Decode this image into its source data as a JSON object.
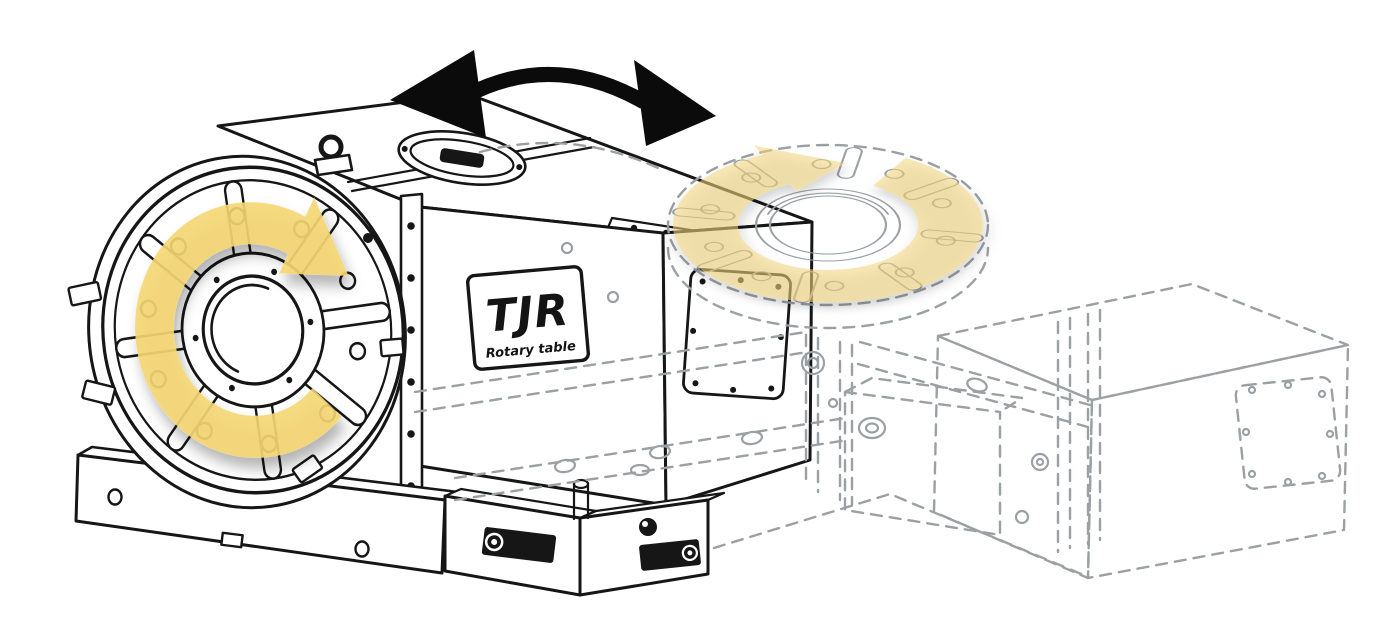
{
  "figure": {
    "type": "technical-illustration",
    "subject": "tilting rotary table shown horizontal with ghost preview of swiveled position"
  },
  "logo": {
    "text": "TJR",
    "subtext": "Rotary table"
  },
  "colors": {
    "solid_line": "#161616",
    "ghost_line": "#9aa0a4",
    "highlight": "#f5d672",
    "highlight_ghost": "#f3d67c",
    "arrow": "#0b0b0b",
    "background": "#ffffff"
  },
  "icons": {
    "swivel_arrow": "double-headed-curved-arrow",
    "rotation_arrow": "clockwise-ring-arrow",
    "ghost_rotation_arrow": "faded-ring-arrow"
  }
}
